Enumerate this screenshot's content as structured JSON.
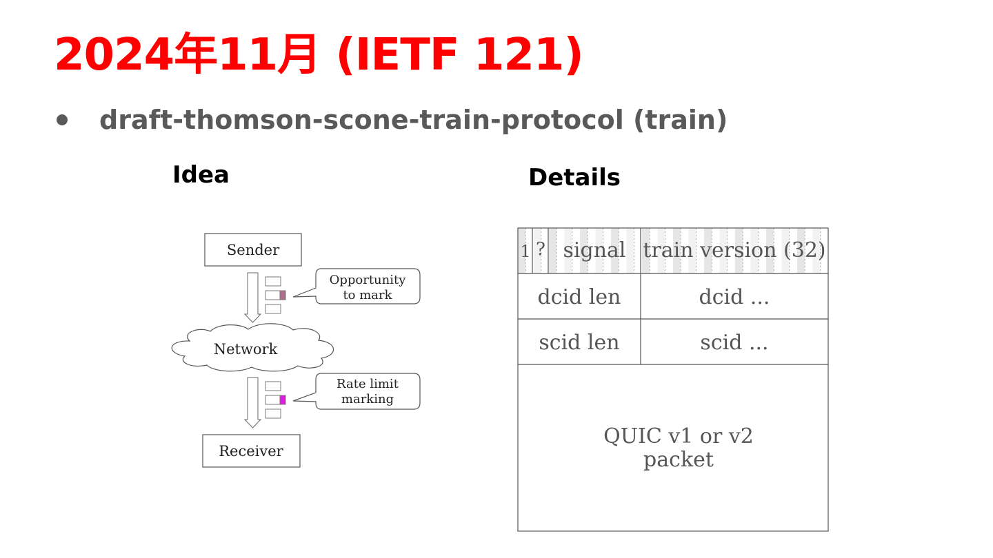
{
  "title": "2024年11月 (IETF 121)",
  "bullet": "draft-thomson-scone-train-protocol (train)",
  "idea": {
    "heading": "Idea",
    "sender": "Sender",
    "network": "Network",
    "receiver": "Receiver",
    "callout_top": [
      "Opportunity",
      "to mark"
    ],
    "callout_bottom": [
      "Rate limit",
      "marking"
    ],
    "colors": {
      "mark_opportunity": "#b06e8f",
      "mark_applied": "#e01ee0"
    }
  },
  "details": {
    "heading": "Details",
    "row1": {
      "first_bit": "1",
      "second_bit": "?",
      "signal": "signal",
      "train_version": "train version (32)"
    },
    "row2": {
      "len": "dcid len",
      "value": "dcid ..."
    },
    "row3": {
      "len": "scid len",
      "value": "scid ..."
    },
    "payload": [
      "QUIC v1 or v2",
      "packet"
    ]
  }
}
